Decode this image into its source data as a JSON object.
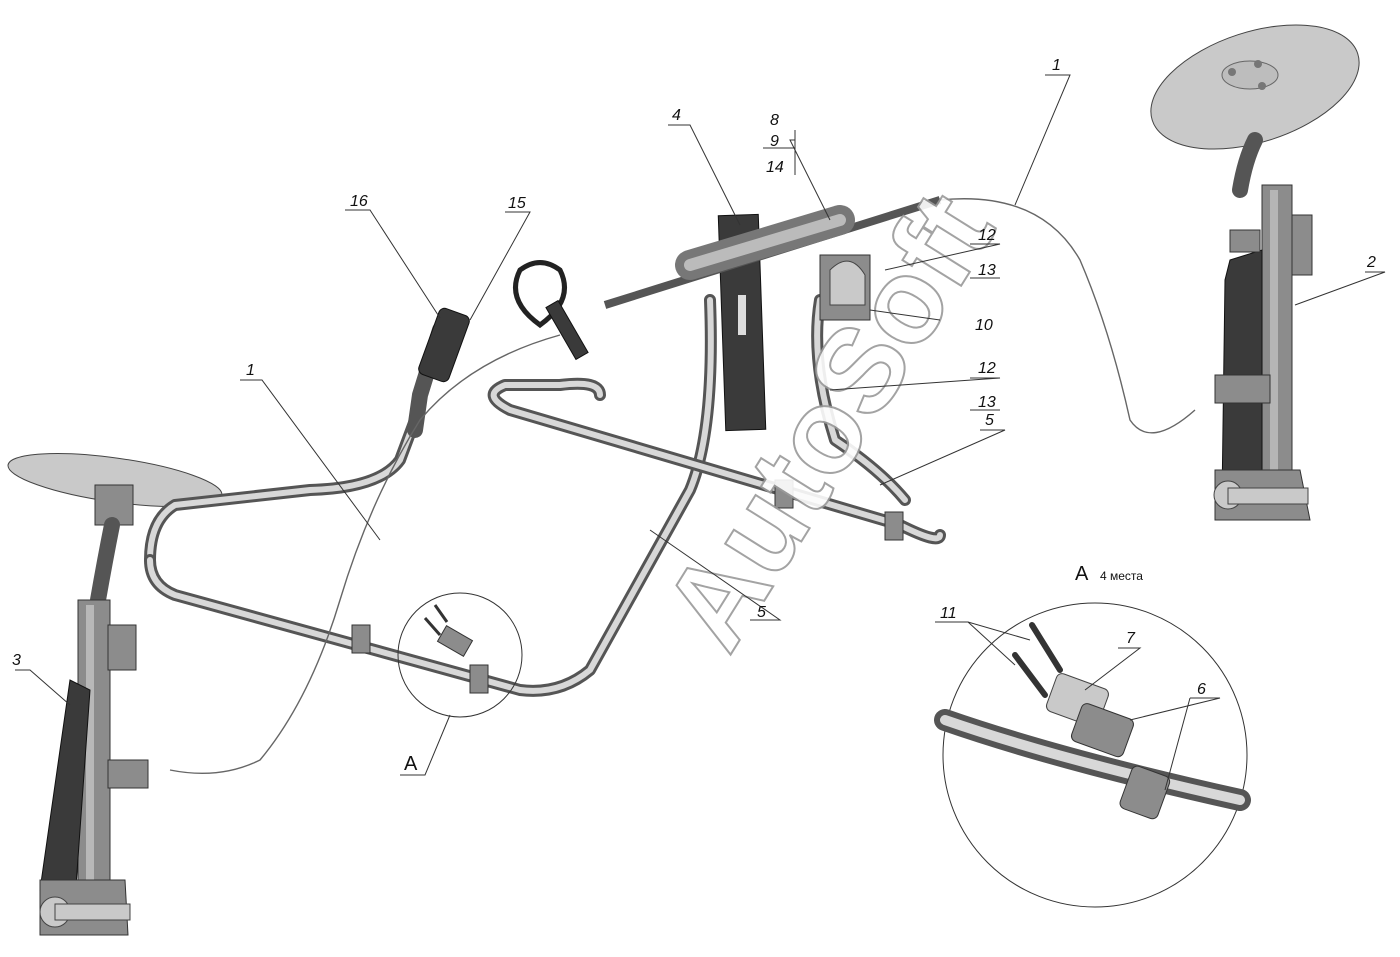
{
  "diagram": {
    "callouts": {
      "c1_top": "1",
      "c1_left": "1",
      "c2": "2",
      "c3": "3",
      "c4": "4",
      "c5_right": "5",
      "c5_bottom": "5",
      "c6": "6",
      "c7": "7",
      "c8": "8",
      "c9": "9",
      "c10": "10",
      "c11": "11",
      "c12_a": "12",
      "c13_a": "13",
      "c12_b": "12",
      "c13_b": "13",
      "c14": "14",
      "c15": "15",
      "c16": "16"
    },
    "view_label": "A",
    "detail_label": "A",
    "detail_note": "4 места",
    "watermark": "AutoSoft"
  }
}
